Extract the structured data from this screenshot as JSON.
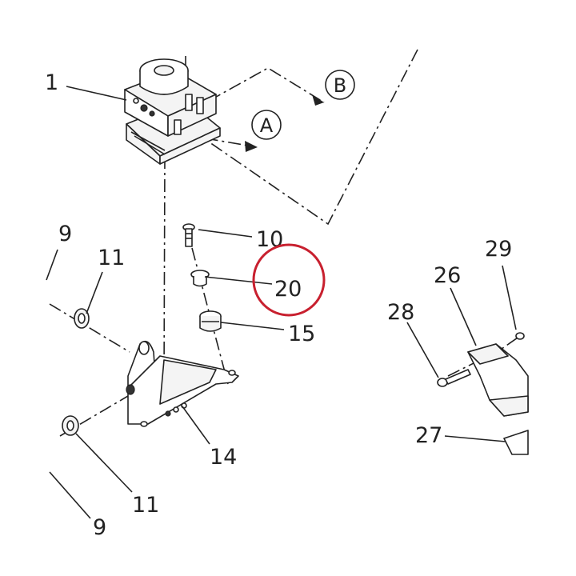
{
  "callouts": {
    "c1": "1",
    "c9a": "9",
    "c9b": "9",
    "c10": "10",
    "c11a": "11",
    "c11b": "11",
    "c14": "14",
    "c15": "15",
    "c20": "20",
    "c26": "26",
    "c27": "27",
    "c28": "28",
    "c29": "29"
  },
  "references": {
    "a": "A",
    "b": "B"
  },
  "highlight": {
    "color": "#c8202f",
    "target": "20"
  }
}
